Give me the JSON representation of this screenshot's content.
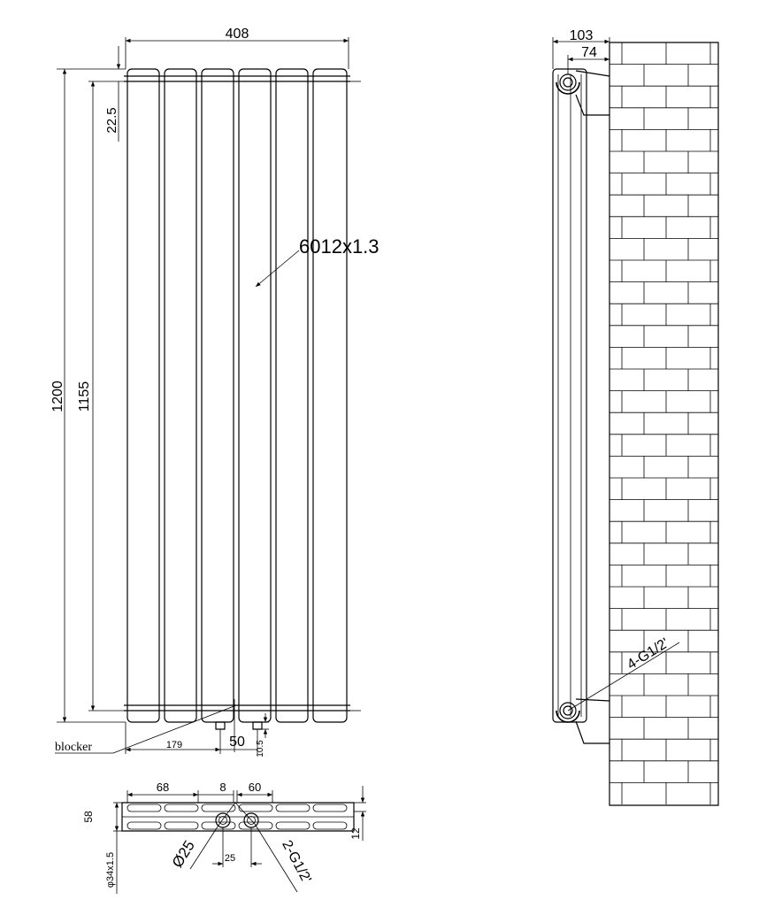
{
  "front_view": {
    "width_label": "408",
    "height_label": "1200",
    "inner_height_label": "1155",
    "top_offset_label": "22.5",
    "tube_spec_label": "6012x1.3",
    "blocker_label": "blocker",
    "left_to_pipe_label": "179",
    "pipe_spacing_label": "50",
    "pipe_drop_label": "10.5"
  },
  "side_view": {
    "depth_label": "103",
    "wall_offset_label": "74",
    "connection_label": "4-G1/2'"
  },
  "bottom_view": {
    "tube_pitch_label": "68",
    "tube_gap_label": "8",
    "tube_width_label": "60",
    "section_depth_label": "58",
    "header_pipe_label": "φ34x1.5",
    "inlet_diameter_label": "Ø25",
    "inlet_spacing_label": "25",
    "inlet_thread_label": "2-G1/2'",
    "wall_thickness_label": "12"
  },
  "colors": {
    "line": "#000000",
    "background": "#ffffff"
  }
}
